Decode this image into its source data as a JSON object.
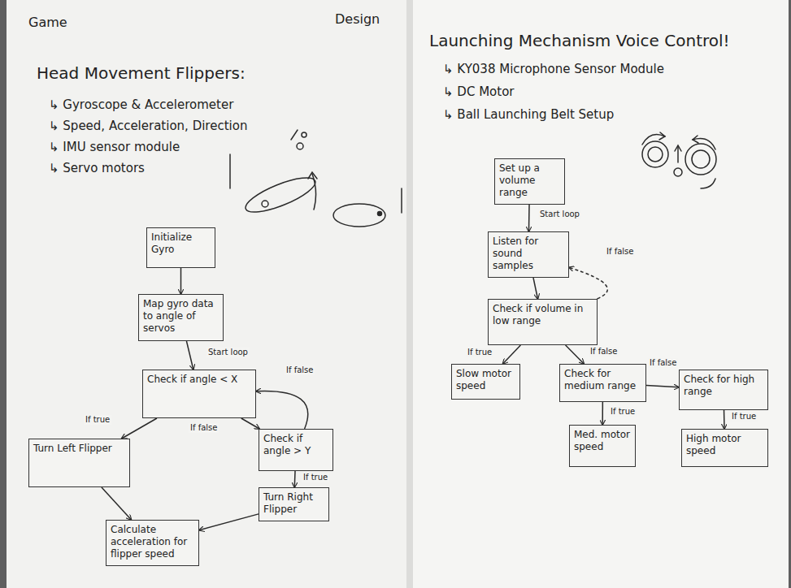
{
  "diagram": {
    "nodes": [
      {
        "text": [
          "Initialize Gyro"
        ]
      },
      {
        "text": [
          "Map gyro data to angle of servos"
        ]
      },
      {
        "text": [
          "Check if angle < X"
        ]
      },
      {
        "text": [
          "Turn Left Flipper"
        ]
      },
      {
        "text": [
          "Check if angle > Y"
        ]
      },
      {
        "text": [
          "Turn Right Flipper"
        ]
      },
      {
        "text": [
          "Calculate acceleration for flipper speed"
        ]
      },
      {
        "text": [
          "Set up a volume range"
        ]
      },
      {
        "text": [
          "Listen for sound samples"
        ]
      },
      {
        "text": [
          "Check if volume in low range"
        ]
      },
      {
        "text": [
          "Slow motor speed"
        ]
      },
      {
        "text": [
          "Check for medium range"
        ]
      },
      {
        "text": [
          "Check for high range"
        ]
      },
      {
        "text": [
          "Med. motor speed"
        ]
      },
      {
        "text": [
          "High motor speed"
        ]
      }
    ],
    "edges": [
      {
        "from": 0,
        "to": 1,
        "arrow": "to"
      },
      {
        "from": 1,
        "to": 2,
        "label": "Start loop",
        "arrow": "to"
      },
      {
        "from": 2,
        "to": 3,
        "label": "If true",
        "arrow": "to"
      },
      {
        "from": 2,
        "to": 4,
        "label": "If false",
        "arrow": "to"
      },
      {
        "from": 4,
        "to": 2,
        "label": "If false",
        "arrow": "to"
      },
      {
        "from": 4,
        "to": 5,
        "label": "If true",
        "arrow": "to"
      },
      {
        "from": 5,
        "to": 6,
        "arrow": "to"
      },
      {
        "from": 3,
        "to": 6,
        "arrow": "to"
      },
      {
        "from": 7,
        "to": 8,
        "label": "Start loop",
        "arrow": "to"
      },
      {
        "from": 8,
        "to": 9,
        "arrow": "to"
      },
      {
        "from": 9,
        "to": 8,
        "label": "If false",
        "arrow": "to"
      },
      {
        "from": 9,
        "to": 10,
        "label": "If true",
        "arrow": "to"
      },
      {
        "from": 9,
        "to": 11,
        "label": "If false",
        "arrow": "to"
      },
      {
        "from": 11,
        "to": 12,
        "label": "If false",
        "arrow": "to"
      },
      {
        "from": 11,
        "to": 13,
        "label": "If true",
        "arrow": "to"
      },
      {
        "from": 12,
        "to": 14,
        "label": "If true",
        "arrow": "to"
      }
    ],
    "labels": [
      "Game",
      "Design",
      "Head Movement Flippers:",
      "↳ Gyroscope & Accelerometer",
      "↳ Speed, Acceleration, Direction",
      "↳ IMU sensor module",
      "↳ Servo motors",
      "Launching Mechanism Voice Control!",
      "↳ KY038 Microphone Sensor Module",
      "↳ DC Motor",
      "↳ Ball Launching Belt Setup"
    ]
  }
}
